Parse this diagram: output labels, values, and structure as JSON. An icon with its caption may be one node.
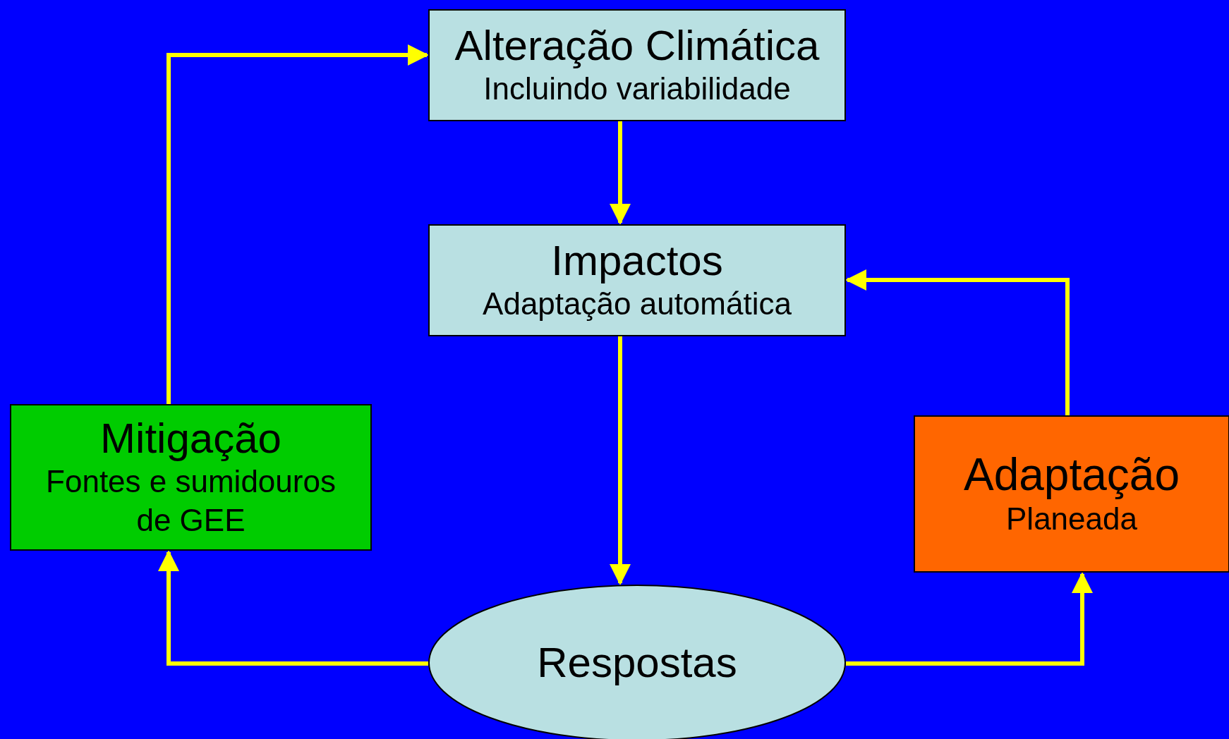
{
  "diagram": {
    "nodes": [
      {
        "text": [
          "Alteração Climática",
          "Incluindo variabilidade"
        ]
      },
      {
        "text": [
          "Impactos",
          "Adaptação automática"
        ]
      },
      {
        "text": [
          "Mitigação",
          "Fontes e sumidouros de GEE"
        ]
      },
      {
        "text": [
          "Adaptação",
          "Planeada"
        ]
      },
      {
        "text": [
          "Respostas"
        ]
      }
    ],
    "edges": [
      {
        "from": 0,
        "to": 1,
        "arrow": "to"
      },
      {
        "from": 1,
        "to": 4,
        "arrow": "to"
      },
      {
        "from": 4,
        "to": 2,
        "arrow": "to"
      },
      {
        "from": 4,
        "to": 3,
        "arrow": "to"
      },
      {
        "from": 2,
        "to": 0,
        "arrow": "to"
      },
      {
        "from": 3,
        "to": 1,
        "arrow": "to"
      }
    ]
  }
}
